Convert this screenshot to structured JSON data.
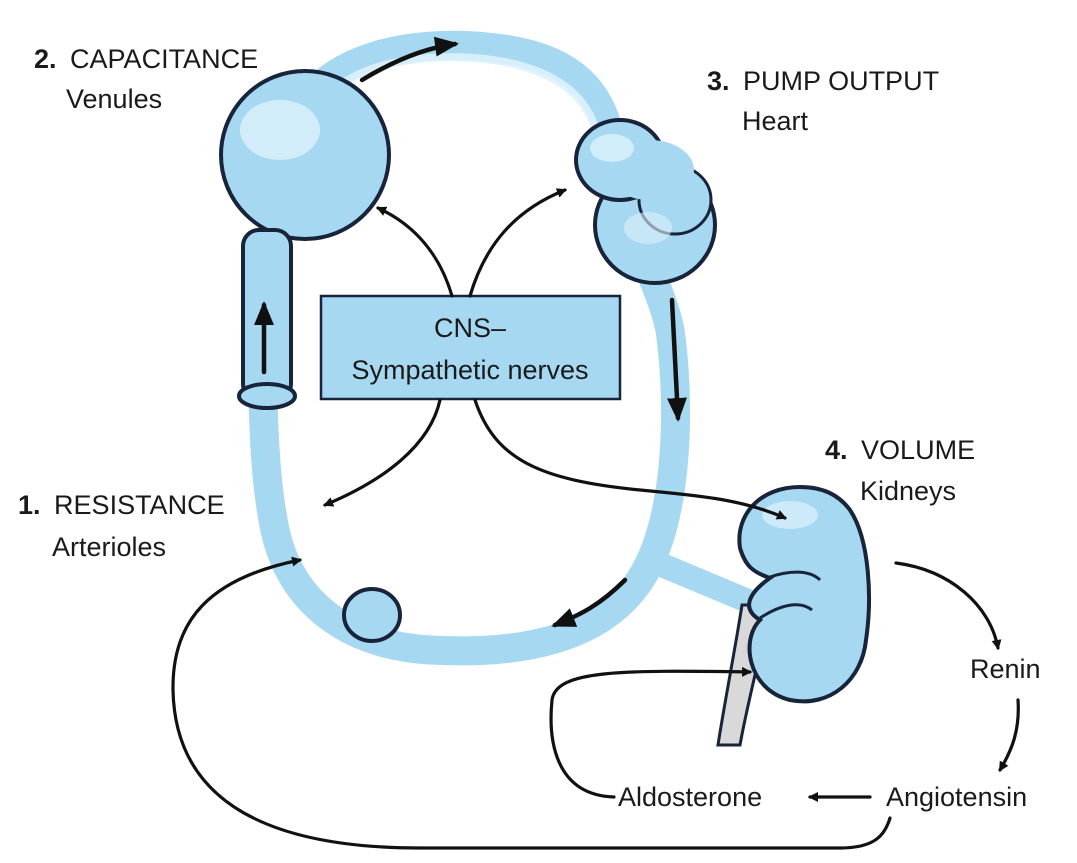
{
  "colors": {
    "vessel": "#a6d8f1",
    "vessel_highlight": "#ddf2fc",
    "outline": "#17243a",
    "cns_box": "#a6d8f1",
    "ureter": "#d9d9d9"
  },
  "labels": {
    "capacitance": {
      "num": "2.",
      "title": "CAPACITANCE",
      "sub": "Venules"
    },
    "pump": {
      "num": "3.",
      "title": "PUMP OUTPUT",
      "sub": "Heart"
    },
    "resistance": {
      "num": "1.",
      "title": "RESISTANCE",
      "sub": "Arterioles"
    },
    "volume": {
      "num": "4.",
      "title": "VOLUME",
      "sub": "Kidneys"
    }
  },
  "cns_box": {
    "line1": "CNS–",
    "line2": "Sympathetic nerves"
  },
  "hormones": {
    "renin": "Renin",
    "angiotensin": "Angiotensin",
    "aldosterone": "Aldosterone"
  }
}
